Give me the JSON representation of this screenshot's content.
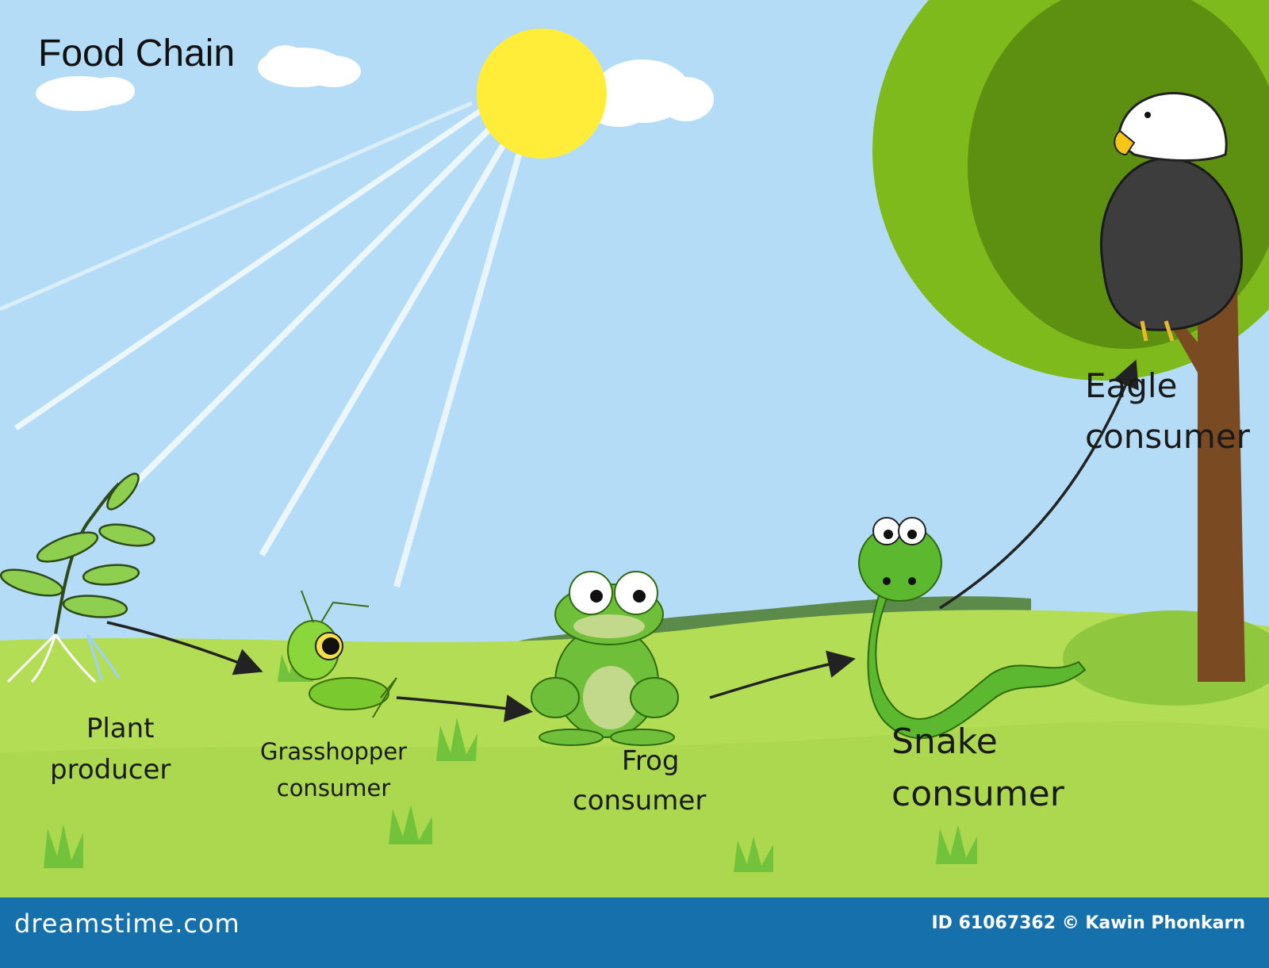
{
  "title": "Food Chain",
  "organisms": [
    {
      "name": "Plant",
      "role": "producer"
    },
    {
      "name": "Grasshopper",
      "role": "consumer"
    },
    {
      "name": "Frog",
      "role": "consumer"
    },
    {
      "name": "Snake",
      "role": "consumer"
    },
    {
      "name": "Eagle",
      "role": "consumer"
    }
  ],
  "footer": {
    "brand": "dreamstime.com",
    "credit": "ID 61067362 © Kawin Phonkarn"
  },
  "colors": {
    "sky": "#b5dcf7",
    "grass": "#b2dd55",
    "sun": "#ffed3a",
    "footer": "#1570ab",
    "tree_outer": "#7fba1c",
    "tree_inner": "#5d8f10",
    "trunk": "#7a4a22"
  }
}
